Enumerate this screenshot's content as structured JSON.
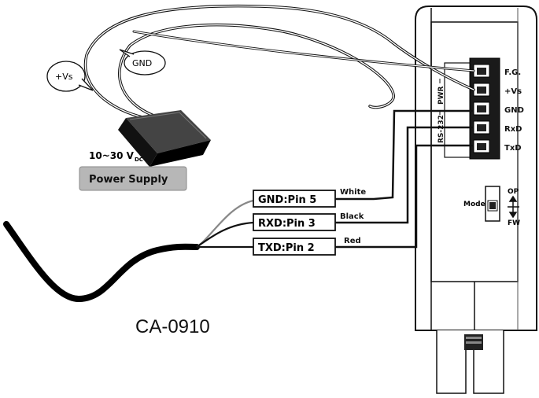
{
  "callouts": {
    "vs": "+Vs",
    "gnd": "GND"
  },
  "power_supply": {
    "voltage": "10~30 V",
    "voltage_sub": "DC",
    "label": "Power Supply"
  },
  "cable": {
    "model": "CA-0910",
    "pins": [
      {
        "label": "GND:Pin 5",
        "color": "White"
      },
      {
        "label": "RXD:Pin 3",
        "color": "Black"
      },
      {
        "label": "TXD:Pin 2",
        "color": "Red"
      }
    ]
  },
  "device": {
    "terminals": [
      "F.G.",
      "+Vs",
      "GND",
      "RxD",
      "TxD"
    ],
    "side_labels": {
      "pwr": "PWR",
      "rs232": "RS-232"
    },
    "switch": {
      "name": "Mode",
      "top": "OP",
      "bottom": "FW"
    }
  }
}
